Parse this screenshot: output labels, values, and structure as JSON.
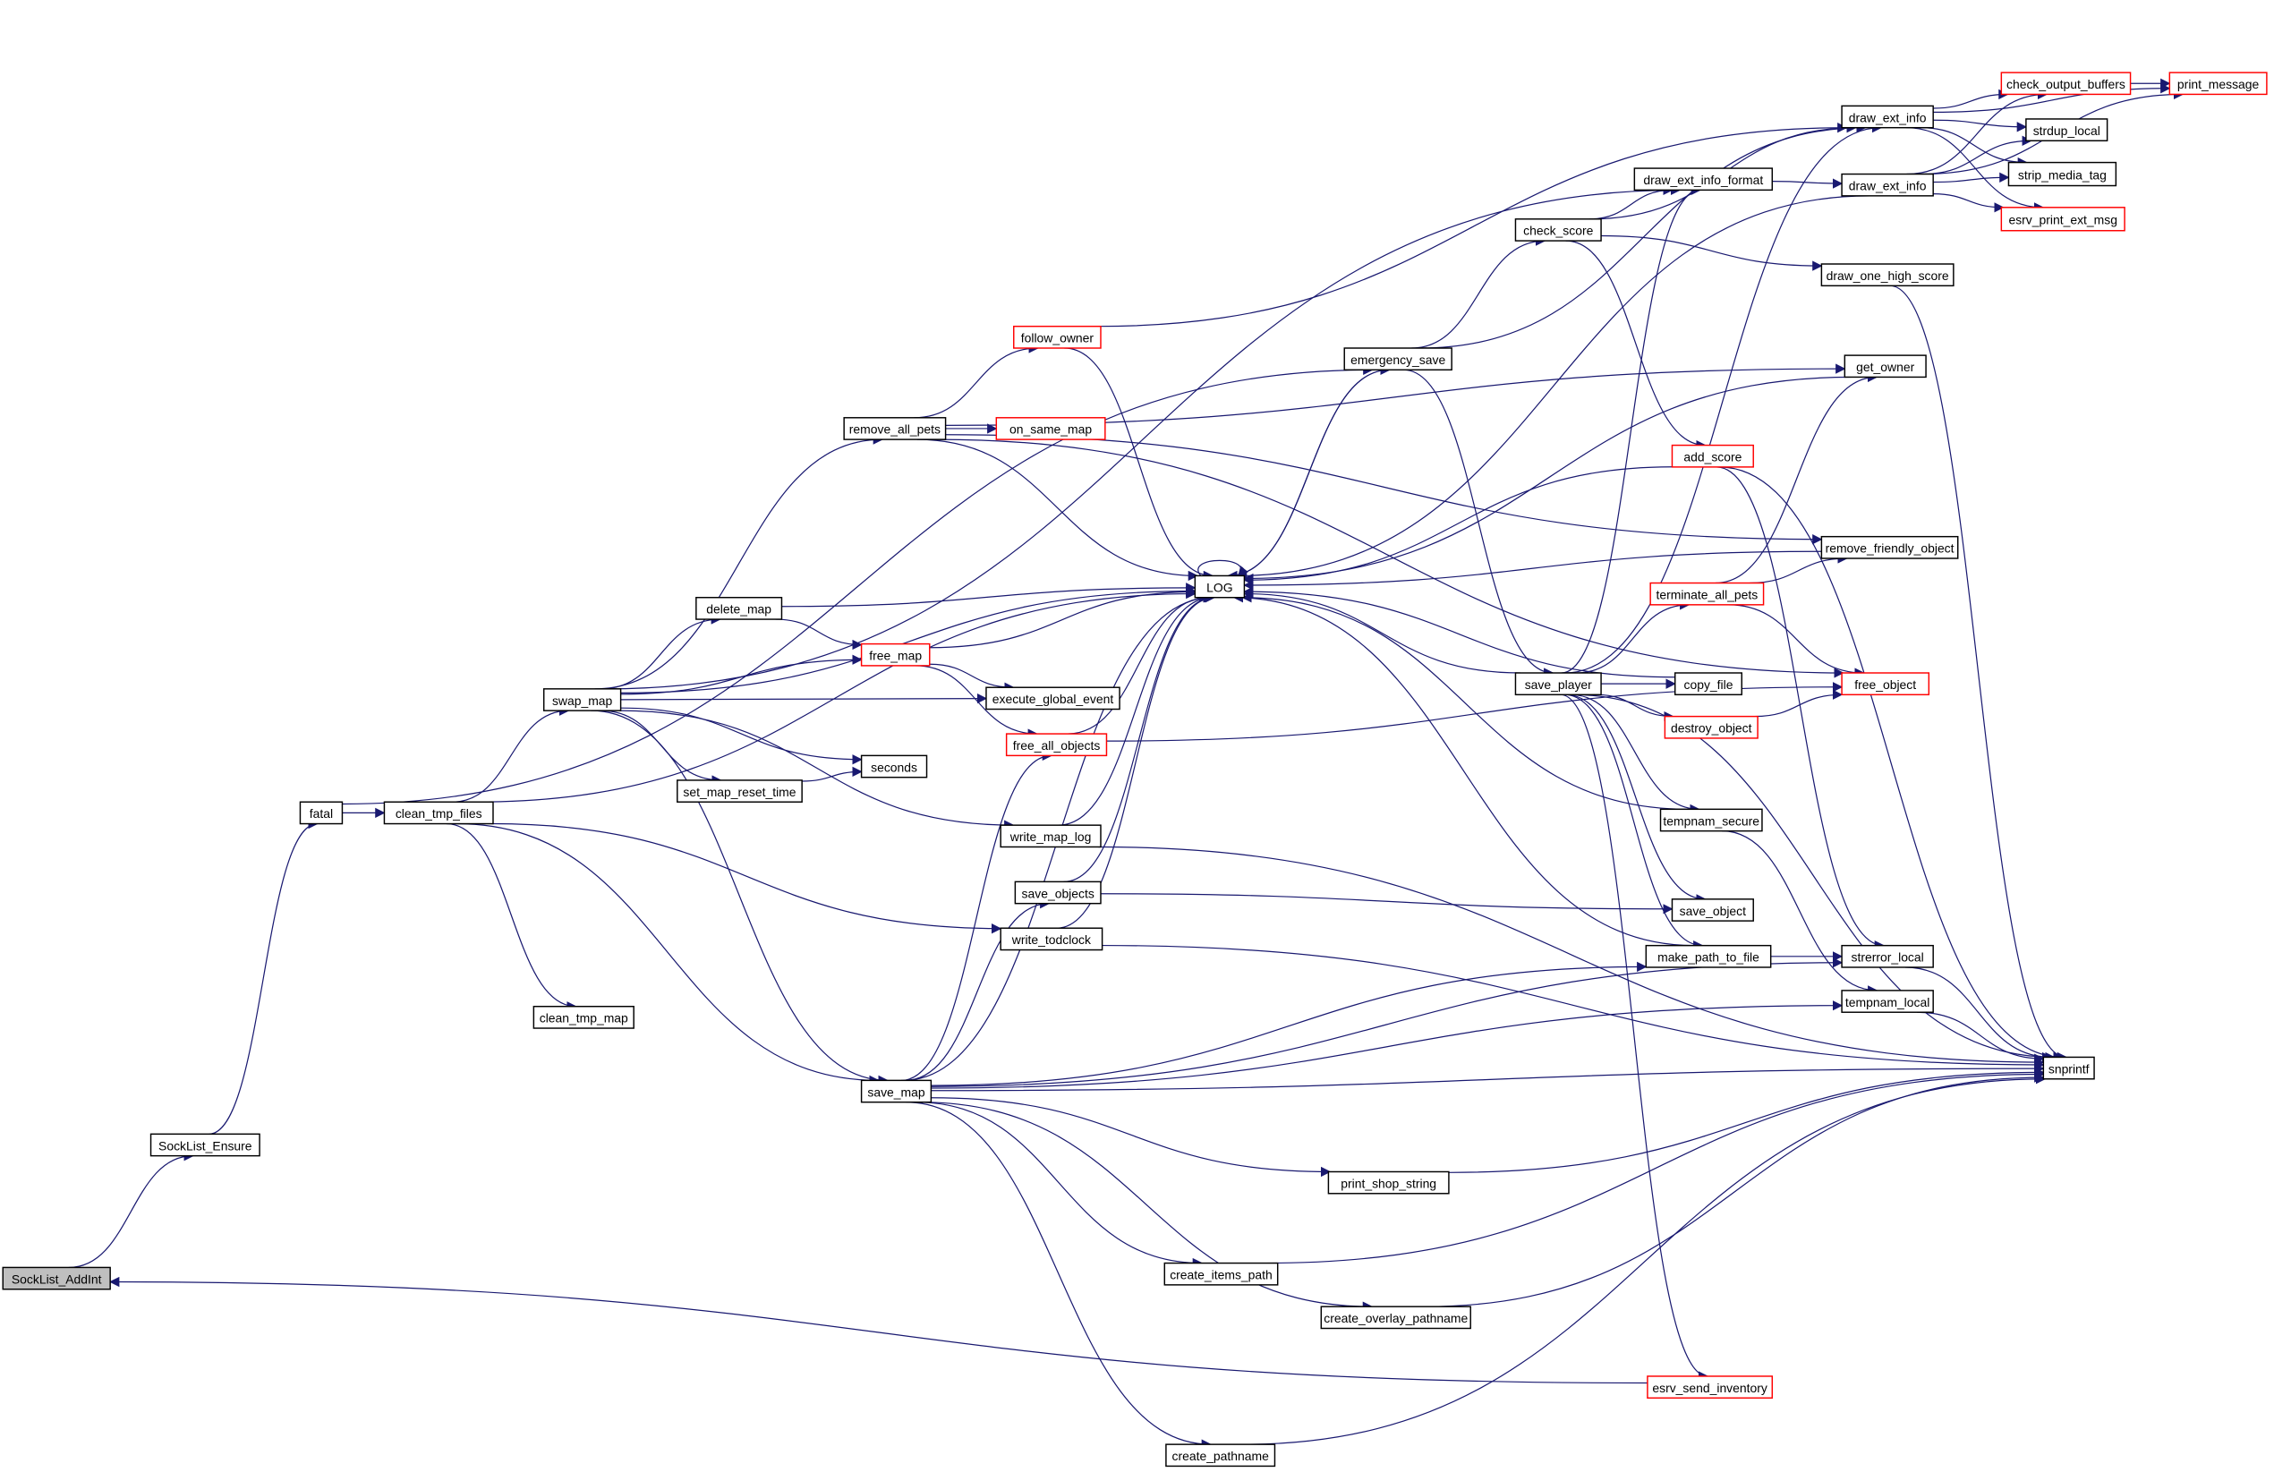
{
  "graph": {
    "title": "Call graph of SockList_AddInt",
    "colors": {
      "edge": "#191970",
      "truncated_border": "#ff0000",
      "root_fill": "#bfbfbf"
    },
    "nodes": [
      {
        "id": "SockList_AddInt",
        "label": "SockList_AddInt",
        "root": true
      },
      {
        "id": "SockList_Ensure",
        "label": "SockList_Ensure"
      },
      {
        "id": "fatal",
        "label": "fatal"
      },
      {
        "id": "clean_tmp_files",
        "label": "clean_tmp_files"
      },
      {
        "id": "clean_tmp_map",
        "label": "clean_tmp_map"
      },
      {
        "id": "swap_map",
        "label": "swap_map"
      },
      {
        "id": "delete_map",
        "label": "delete_map"
      },
      {
        "id": "set_map_reset_time",
        "label": "set_map_reset_time"
      },
      {
        "id": "remove_all_pets",
        "label": "remove_all_pets"
      },
      {
        "id": "follow_owner",
        "label": "follow_owner",
        "truncated": true
      },
      {
        "id": "on_same_map",
        "label": "on_same_map",
        "truncated": true
      },
      {
        "id": "free_map",
        "label": "free_map",
        "truncated": true
      },
      {
        "id": "execute_global_event",
        "label": "execute_global_event"
      },
      {
        "id": "seconds",
        "label": "seconds"
      },
      {
        "id": "free_all_objects",
        "label": "free_all_objects",
        "truncated": true
      },
      {
        "id": "write_map_log",
        "label": "write_map_log"
      },
      {
        "id": "save_objects",
        "label": "save_objects"
      },
      {
        "id": "write_todclock",
        "label": "write_todclock"
      },
      {
        "id": "save_map",
        "label": "save_map"
      },
      {
        "id": "LOG",
        "label": "LOG"
      },
      {
        "id": "emergency_save",
        "label": "emergency_save"
      },
      {
        "id": "check_score",
        "label": "check_score"
      },
      {
        "id": "draw_ext_info_format",
        "label": "draw_ext_info_format"
      },
      {
        "id": "draw_ext_info",
        "label": "draw_ext_info"
      },
      {
        "id": "draw_ext_info_2",
        "label": "draw_ext_info"
      },
      {
        "id": "check_output_buffers",
        "label": "check_output_buffers",
        "truncated": true
      },
      {
        "id": "print_message",
        "label": "print_message",
        "truncated": true
      },
      {
        "id": "strdup_local",
        "label": "strdup_local"
      },
      {
        "id": "strip_media_tag",
        "label": "strip_media_tag"
      },
      {
        "id": "esrv_print_ext_msg",
        "label": "esrv_print_ext_msg",
        "truncated": true
      },
      {
        "id": "draw_one_high_score",
        "label": "draw_one_high_score"
      },
      {
        "id": "get_owner",
        "label": "get_owner"
      },
      {
        "id": "add_score",
        "label": "add_score",
        "truncated": true
      },
      {
        "id": "remove_friendly_object",
        "label": "remove_friendly_object"
      },
      {
        "id": "terminate_all_pets",
        "label": "terminate_all_pets",
        "truncated": true
      },
      {
        "id": "save_player",
        "label": "save_player"
      },
      {
        "id": "copy_file",
        "label": "copy_file"
      },
      {
        "id": "free_object",
        "label": "free_object",
        "truncated": true
      },
      {
        "id": "destroy_object",
        "label": "destroy_object",
        "truncated": true
      },
      {
        "id": "tempnam_secure",
        "label": "tempnam_secure"
      },
      {
        "id": "save_object",
        "label": "save_object"
      },
      {
        "id": "make_path_to_file",
        "label": "make_path_to_file"
      },
      {
        "id": "strerror_local",
        "label": "strerror_local"
      },
      {
        "id": "tempnam_local",
        "label": "tempnam_local"
      },
      {
        "id": "snprintf",
        "label": "snprintf"
      },
      {
        "id": "print_shop_string",
        "label": "print_shop_string"
      },
      {
        "id": "create_items_path",
        "label": "create_items_path"
      },
      {
        "id": "create_overlay_pathname",
        "label": "create_overlay_pathname"
      },
      {
        "id": "esrv_send_inventory",
        "label": "esrv_send_inventory",
        "truncated": true
      },
      {
        "id": "create_pathname",
        "label": "create_pathname"
      }
    ],
    "edges": [
      [
        "SockList_AddInt",
        "SockList_Ensure"
      ],
      [
        "SockList_Ensure",
        "fatal"
      ],
      [
        "fatal",
        "clean_tmp_files"
      ],
      [
        "fatal",
        "emergency_save"
      ],
      [
        "esrv_send_inventory",
        "SockList_AddInt"
      ],
      [
        "clean_tmp_files",
        "LOG"
      ],
      [
        "clean_tmp_files",
        "swap_map"
      ],
      [
        "clean_tmp_files",
        "clean_tmp_map"
      ],
      [
        "clean_tmp_files",
        "save_map"
      ],
      [
        "clean_tmp_files",
        "write_todclock"
      ],
      [
        "swap_map",
        "LOG"
      ],
      [
        "swap_map",
        "delete_map"
      ],
      [
        "swap_map",
        "free_map"
      ],
      [
        "swap_map",
        "execute_global_event"
      ],
      [
        "swap_map",
        "seconds"
      ],
      [
        "swap_map",
        "set_map_reset_time"
      ],
      [
        "swap_map",
        "remove_all_pets"
      ],
      [
        "swap_map",
        "write_map_log"
      ],
      [
        "swap_map",
        "save_map"
      ],
      [
        "swap_map",
        "draw_ext_info_format"
      ],
      [
        "remove_all_pets",
        "follow_owner"
      ],
      [
        "remove_all_pets",
        "on_same_map"
      ],
      [
        "remove_all_pets",
        "LOG"
      ],
      [
        "remove_all_pets",
        "free_object"
      ],
      [
        "remove_all_pets",
        "get_owner"
      ],
      [
        "remove_all_pets",
        "remove_friendly_object"
      ],
      [
        "follow_owner",
        "draw_ext_info"
      ],
      [
        "follow_owner",
        "LOG"
      ],
      [
        "delete_map",
        "LOG"
      ],
      [
        "delete_map",
        "free_map"
      ],
      [
        "free_map",
        "LOG"
      ],
      [
        "free_map",
        "execute_global_event"
      ],
      [
        "free_map",
        "free_all_objects"
      ],
      [
        "set_map_reset_time",
        "seconds"
      ],
      [
        "free_all_objects",
        "LOG"
      ],
      [
        "free_all_objects",
        "free_object"
      ],
      [
        "write_map_log",
        "LOG"
      ],
      [
        "write_map_log",
        "snprintf"
      ],
      [
        "save_objects",
        "LOG"
      ],
      [
        "save_objects",
        "save_object"
      ],
      [
        "write_todclock",
        "LOG"
      ],
      [
        "write_todclock",
        "snprintf"
      ],
      [
        "save_map",
        "LOG"
      ],
      [
        "save_map",
        "free_all_objects"
      ],
      [
        "save_map",
        "save_objects"
      ],
      [
        "save_map",
        "make_path_to_file"
      ],
      [
        "save_map",
        "strerror_local"
      ],
      [
        "save_map",
        "tempnam_local"
      ],
      [
        "save_map",
        "snprintf"
      ],
      [
        "save_map",
        "print_shop_string"
      ],
      [
        "save_map",
        "create_items_path"
      ],
      [
        "save_map",
        "create_overlay_pathname"
      ],
      [
        "save_map",
        "create_pathname"
      ],
      [
        "emergency_save",
        "LOG"
      ],
      [
        "emergency_save",
        "check_score"
      ],
      [
        "emergency_save",
        "save_player"
      ],
      [
        "emergency_save",
        "draw_ext_info"
      ],
      [
        "LOG",
        "emergency_save"
      ],
      [
        "check_score",
        "draw_ext_info_format"
      ],
      [
        "check_score",
        "draw_ext_info"
      ],
      [
        "check_score",
        "draw_one_high_score"
      ],
      [
        "check_score",
        "add_score"
      ],
      [
        "add_score",
        "LOG"
      ],
      [
        "add_score",
        "strerror_local"
      ],
      [
        "add_score",
        "snprintf"
      ],
      [
        "draw_ext_info_format",
        "draw_ext_info_2"
      ],
      [
        "draw_ext_info_2",
        "check_output_buffers"
      ],
      [
        "draw_ext_info_2",
        "strdup_local"
      ],
      [
        "draw_ext_info_2",
        "strip_media_tag"
      ],
      [
        "draw_ext_info_2",
        "esrv_print_ext_msg"
      ],
      [
        "draw_ext_info_2",
        "print_message"
      ],
      [
        "draw_ext_info_2",
        "LOG"
      ],
      [
        "draw_ext_info",
        "check_output_buffers"
      ],
      [
        "draw_ext_info",
        "strdup_local"
      ],
      [
        "draw_ext_info",
        "strip_media_tag"
      ],
      [
        "draw_ext_info",
        "esrv_print_ext_msg"
      ],
      [
        "draw_ext_info",
        "print_message"
      ],
      [
        "check_output_buffers",
        "print_message"
      ],
      [
        "draw_one_high_score",
        "snprintf"
      ],
      [
        "get_owner",
        "LOG"
      ],
      [
        "remove_friendly_object",
        "LOG"
      ],
      [
        "terminate_all_pets",
        "get_owner"
      ],
      [
        "terminate_all_pets",
        "remove_friendly_object"
      ],
      [
        "terminate_all_pets",
        "free_object"
      ],
      [
        "save_player",
        "LOG"
      ],
      [
        "save_player",
        "draw_ext_info"
      ],
      [
        "save_player",
        "draw_ext_info_format"
      ],
      [
        "save_player",
        "terminate_all_pets"
      ],
      [
        "save_player",
        "copy_file"
      ],
      [
        "save_player",
        "destroy_object"
      ],
      [
        "save_player",
        "tempnam_secure"
      ],
      [
        "save_player",
        "save_object"
      ],
      [
        "save_player",
        "make_path_to_file"
      ],
      [
        "save_player",
        "snprintf"
      ],
      [
        "save_player",
        "esrv_send_inventory"
      ],
      [
        "copy_file",
        "LOG"
      ],
      [
        "destroy_object",
        "free_object"
      ],
      [
        "tempnam_secure",
        "LOG"
      ],
      [
        "tempnam_secure",
        "tempnam_local"
      ],
      [
        "make_path_to_file",
        "LOG"
      ],
      [
        "make_path_to_file",
        "strerror_local"
      ],
      [
        "strerror_local",
        "snprintf"
      ],
      [
        "tempnam_local",
        "snprintf"
      ],
      [
        "print_shop_string",
        "snprintf"
      ],
      [
        "create_items_path",
        "snprintf"
      ],
      [
        "create_overlay_pathname",
        "snprintf"
      ],
      [
        "create_pathname",
        "snprintf"
      ],
      [
        "LOG",
        "LOG"
      ]
    ]
  }
}
